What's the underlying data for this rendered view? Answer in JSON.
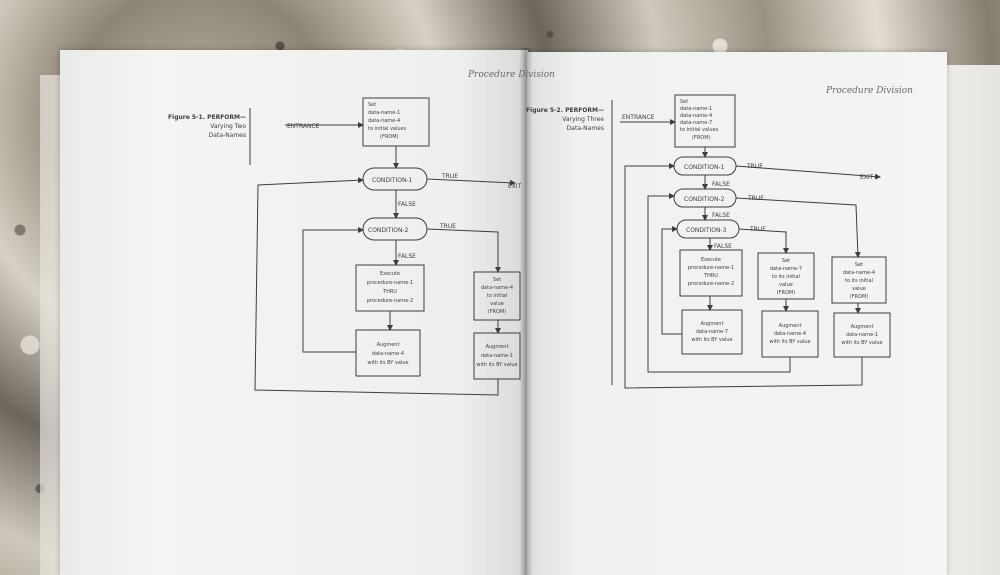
{
  "left_page": {
    "running_head": "Procedure Division",
    "caption": [
      "Figure 5-1. PERFORM—",
      "Varying Two",
      "Data-Names"
    ],
    "entrance": "ENTRANCE",
    "box_set": [
      "Set",
      "data-name-1",
      "data-name-4",
      "to initial values",
      "(FROM)"
    ],
    "condition1": "CONDITION-1",
    "condition2": "CONDITION-2",
    "true_label": "TRUE",
    "false_label": "FALSE",
    "exit_label": "EXIT",
    "box_execute": [
      "Execute",
      "procedure-name-1",
      "THRU",
      "procedure-name-2"
    ],
    "box_set_small": [
      "Set",
      "data-name-4",
      "to initial",
      "value",
      "(FROM)"
    ],
    "box_augment1": [
      "Augment",
      "data-name-4",
      "with its BY value"
    ],
    "box_augment2": [
      "Augment",
      "data-name-1",
      "with its BY value"
    ]
  },
  "right_page": {
    "running_head": "Procedure Division",
    "caption": [
      "Figure 5-2. PERFORM—",
      "Varying Three",
      "Data-Names"
    ],
    "entrance": "ENTRANCE",
    "box_set": [
      "Set",
      "data-name-1",
      "data-name-4",
      "data-name-7",
      "to initial values",
      "(FROM)"
    ],
    "condition1": "CONDITION-1",
    "condition2": "CONDITION-2",
    "condition3": "CONDITION-3",
    "true_label": "TRUE",
    "false_label": "FALSE",
    "exit_label": "EXIT",
    "box_execute": [
      "Execute",
      "procedure-name-1",
      "THRU",
      "procedure-name-2"
    ],
    "box_set7": [
      "Set",
      "data-name-7",
      "to its initial",
      "value",
      "(FROM)"
    ],
    "box_set4": [
      "Set",
      "data-name-4",
      "to its initial",
      "value",
      "(FROM)"
    ],
    "box_augment7": [
      "Augment",
      "data-name-7",
      "with its BY value"
    ],
    "box_augment4": [
      "Augment",
      "data-name-4",
      "with its BY value"
    ],
    "box_augment1": [
      "Augment",
      "data-name-1",
      "with its BY value"
    ]
  }
}
